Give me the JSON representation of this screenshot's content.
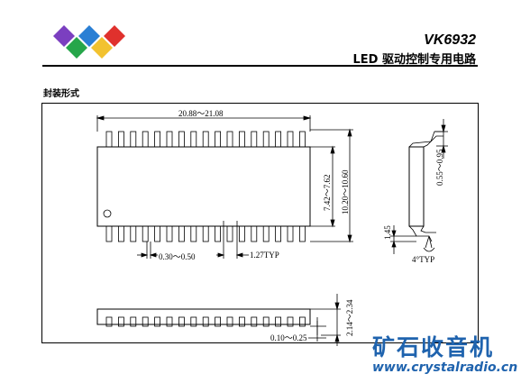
{
  "header": {
    "part_number": "VK6932",
    "subtitle": "LED 驱动控制专用电路"
  },
  "section_title": "封装形式",
  "dimensions": {
    "length": "20.88～21.08",
    "body_width": "7.42～7.62",
    "overall_width": "10.20～10.60",
    "lead_width": "0.30～0.50",
    "pitch": "1.27TYP",
    "lead_length": "0.55～0.95",
    "lead_foot": "1.45",
    "angle": "4°TYP",
    "height": "2.14～2.34",
    "standoff": "0.10～0.25"
  },
  "watermark": {
    "cn": "矿石收音机",
    "url": "www.crystalradio.cn"
  },
  "colors": {
    "logo_purple": "#7b3fc0",
    "logo_blue": "#2a7fd4",
    "logo_green": "#26a64a",
    "logo_red": "#e0312d",
    "logo_yellow": "#f2c230",
    "watermark_blue": "#1f63ae"
  }
}
